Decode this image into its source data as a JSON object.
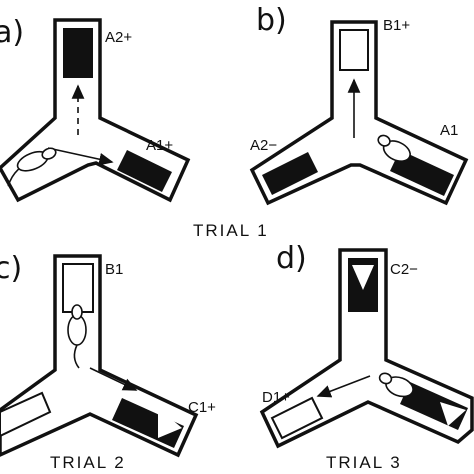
{
  "panels": {
    "a": {
      "letter": "a)",
      "top_label": "A2+",
      "right_label": "A1+"
    },
    "b": {
      "letter": "b)",
      "top_label": "B1+",
      "left_label": "A2−",
      "right_label": "A1"
    },
    "c": {
      "letter": "c)",
      "top_label": "B1",
      "right_label": "C1+"
    },
    "d": {
      "letter": "d)",
      "top_label": "C2−",
      "left_label": "D1+"
    }
  },
  "captions": {
    "trial1": "TRIAL 1",
    "trial2": "TRIAL 2",
    "trial3": "TRIAL 3"
  },
  "icons": [
    "rat-icon",
    "arrow-icon",
    "dashed-arrow-icon",
    "triangle-marker-icon"
  ],
  "colors": {
    "ink": "#111111",
    "paper": "#ffffff"
  }
}
